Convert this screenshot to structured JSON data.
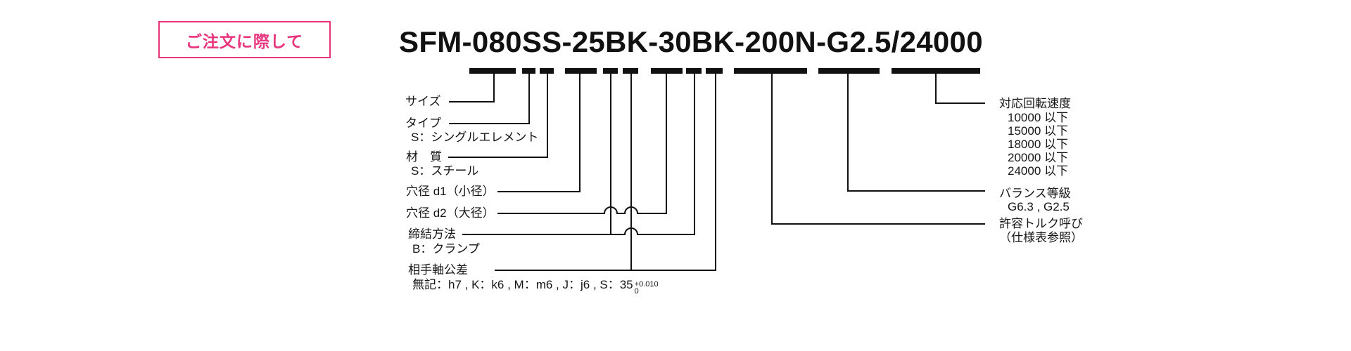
{
  "note_box": {
    "label": "ご注文に際して"
  },
  "code": {
    "text": "SFM-080SS-25BK-30BK-200N-G2.5/24000"
  },
  "colors": {
    "accent_pink": "#e8357e",
    "ink": "#111111"
  },
  "left_labels": {
    "size": {
      "title": "サイズ"
    },
    "type": {
      "title": "タイプ",
      "detail": "S：シングルエレメント"
    },
    "material": {
      "title": "材　質",
      "detail": "S：スチール"
    },
    "bore_d1": {
      "title": "穴径 d1（小径）"
    },
    "bore_d2": {
      "title": "穴径 d2（大径）"
    },
    "fastening": {
      "title": "締結方法",
      "detail": "B：クランプ"
    },
    "shaft_tolerance": {
      "title": "相手軸公差",
      "detail_prefix": "無記：h7 , K：k6 , M：m6 , J：j6 , S：35",
      "tolerance_sup": "+0.010",
      "tolerance_sub": "0"
    }
  },
  "right_labels": {
    "rotation_speed": {
      "title": "対応回転速度",
      "options": [
        "10000 以下",
        "15000 以下",
        "18000 以下",
        "20000 以下",
        "24000 以下"
      ]
    },
    "balance_grade": {
      "title": "バランス等級",
      "detail": "G6.3 , G2.5"
    },
    "torque": {
      "title": "許容トルク呼び",
      "detail": "（仕様表参照）"
    }
  }
}
